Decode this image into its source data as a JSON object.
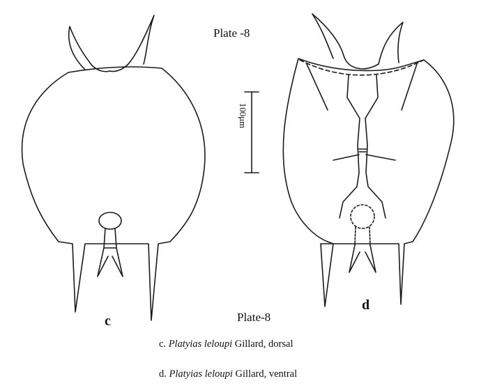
{
  "plate_title_top": "Plate -8",
  "plate_title_bottom": "Plate-8",
  "scale_bar_label": "100μm",
  "figures": [
    {
      "label": "c"
    },
    {
      "label": "d"
    }
  ],
  "captions": [
    {
      "letter": "c.",
      "species": "Platyias  leloupi",
      "rest": " Gillard, dorsal"
    },
    {
      "letter": "d.",
      "species": "Platyias  leloupi",
      "rest": " Gillard, ventral"
    }
  ],
  "line_color": "#1a1a1a"
}
